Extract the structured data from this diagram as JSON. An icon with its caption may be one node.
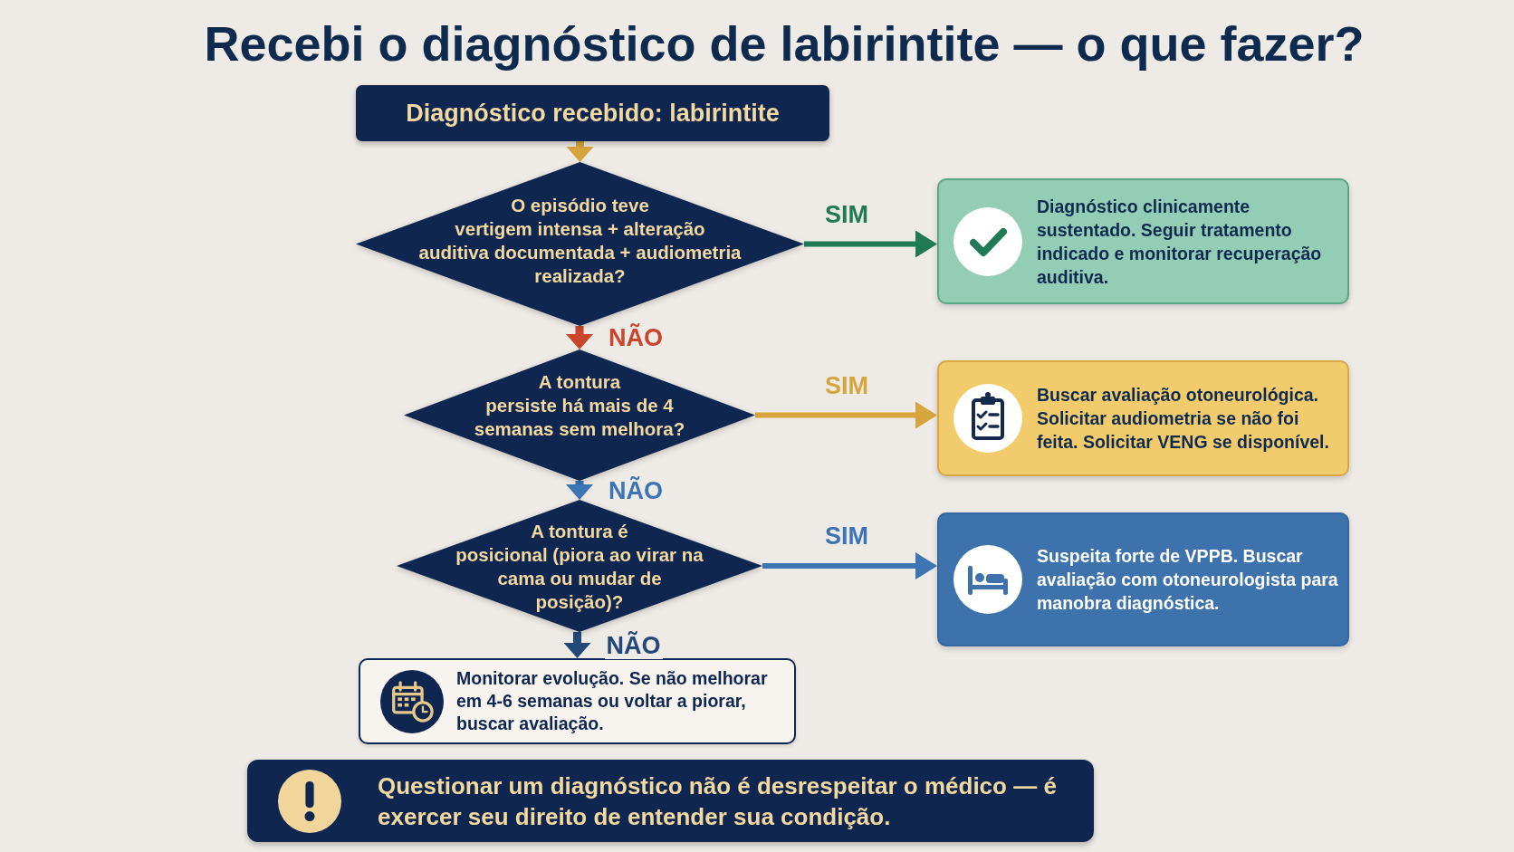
{
  "diagram": {
    "title": "Recebi o diagnóstico de labirintite — o que fazer?",
    "nodes": [
      {
        "text": [
          "Diagnóstico recebido: labirintite"
        ]
      },
      {
        "text": [
          "O episódio teve vertigem intensa + alteração auditiva documentada + audiometria realizada?"
        ]
      },
      {
        "text": [
          "Diagnóstico clinicamente sustentado. Seguir tratamento indicado e monitorar recuperação auditiva."
        ]
      },
      {
        "text": [
          "A tontura persiste há mais de 4 semanas sem melhora?"
        ]
      },
      {
        "text": [
          "Buscar avaliação otoneurológica. Solicitar audiometria se não foi feita. Solicitar VENG se disponível."
        ]
      },
      {
        "text": [
          "A tontura é posicional (piora ao virar na cama ou mudar de posição)?"
        ]
      },
      {
        "text": [
          "Suspeita forte de VPPB. Buscar avaliação com otoneurologista para manobra diagnóstica."
        ]
      },
      {
        "text": [
          "Monitorar evolução. Se não melhorar em 4-6 semanas ou voltar a piorar, buscar avaliação."
        ]
      },
      {
        "text": [
          "Questionar um diagnóstico não é desrespeitar o médico — é exercer seu direito de entender sua condição."
        ]
      }
    ],
    "edges": [
      {
        "from": 0,
        "to": 1,
        "arrow": "to",
        "color": "#d6a63c"
      },
      {
        "from": 1,
        "to": 2,
        "arrow": "to",
        "label": "SIM",
        "color": "#1f7a55"
      },
      {
        "from": 1,
        "to": 3,
        "arrow": "to",
        "label": "NÃO",
        "color": "#c9452e"
      },
      {
        "from": 3,
        "to": 4,
        "arrow": "to",
        "label": "SIM",
        "color": "#d6a63c"
      },
      {
        "from": 3,
        "to": 5,
        "arrow": "to",
        "label": "NÃO",
        "color": "#3d74b3"
      },
      {
        "from": 5,
        "to": 6,
        "arrow": "to",
        "label": "SIM",
        "color": "#3d74b3"
      },
      {
        "from": 5,
        "to": 7,
        "arrow": "to",
        "label": "NÃO",
        "color": "#24477a"
      }
    ]
  }
}
